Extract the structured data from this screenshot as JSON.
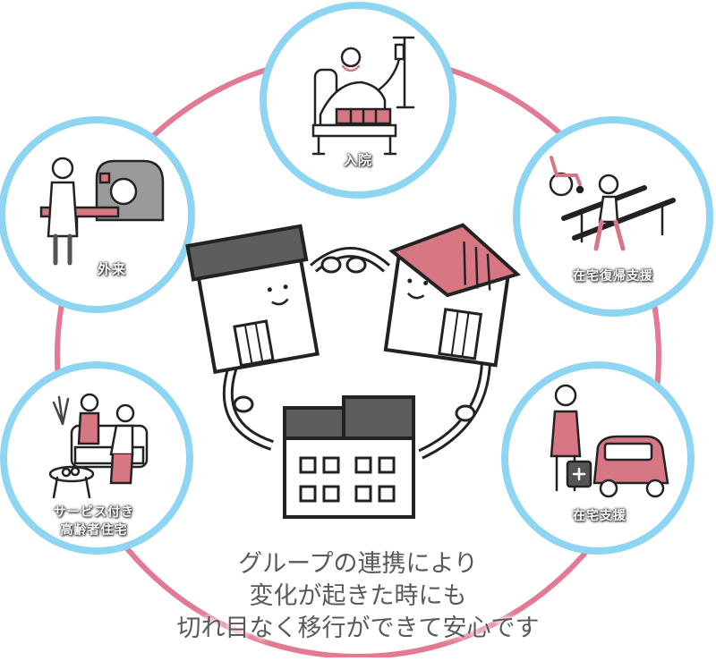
{
  "colors": {
    "ring": "#e27a94",
    "circle_border": "#8dd5f2",
    "accent_pink": "#d77783",
    "building_dark": "#5d5d5d",
    "caption_text": "#595959"
  },
  "nodes": {
    "hospitalization": "入院",
    "home_return_support": "在宅復帰支援",
    "home_support": "在宅支援",
    "senior_housing_line1": "サービス付き",
    "senior_housing_line2": "高齢者住宅",
    "outpatient": "外来"
  },
  "caption": {
    "line1": "グループの連携により",
    "line2": "変化が起きた時にも",
    "line3": "切れ目なく移行ができて安心です"
  }
}
